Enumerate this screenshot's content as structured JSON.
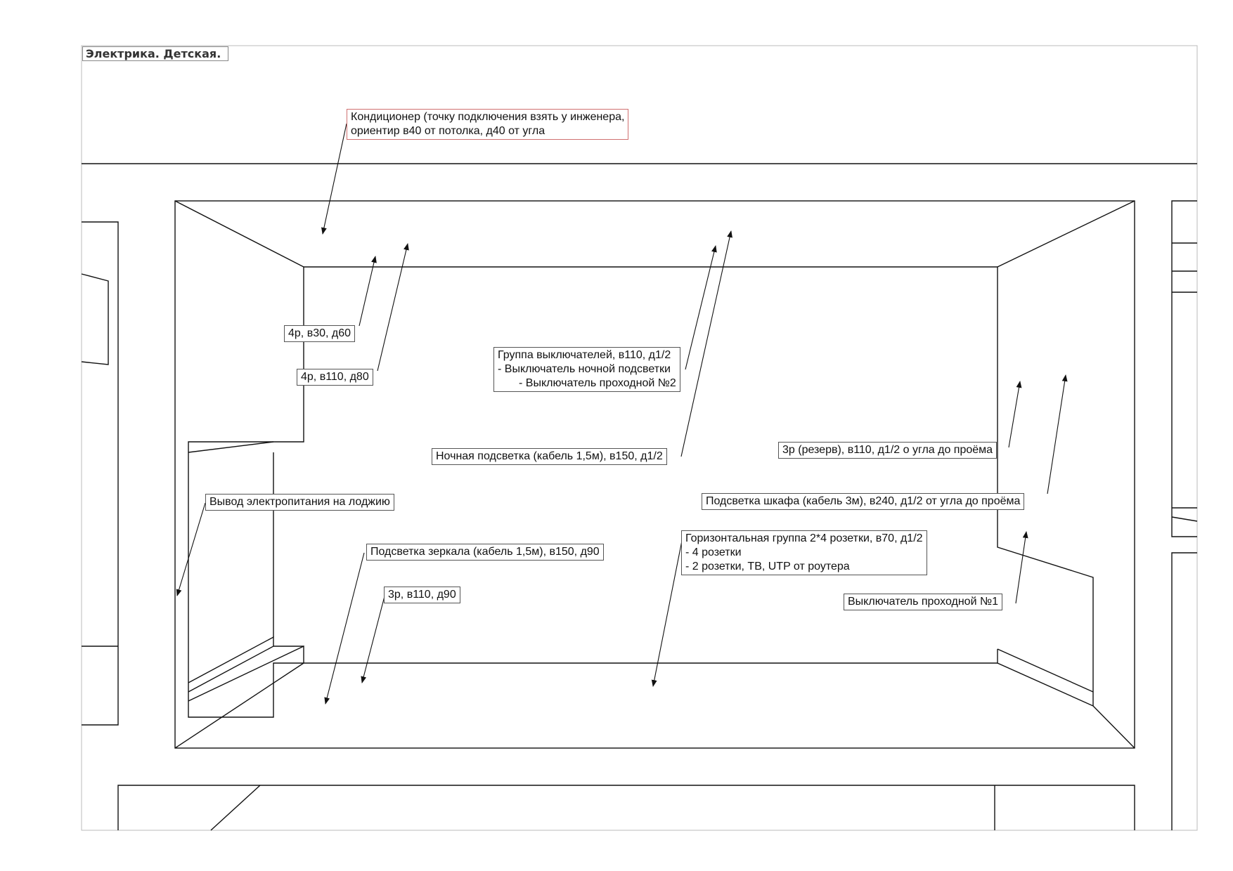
{
  "title": "Электрика. Детская.",
  "labels": {
    "conditioner": [
      "Кондиционер (точку подключения взять у инженера,",
      "ориентир в40 от потолка, д40 от угла"
    ],
    "socket_4p_v30": "4р, в30, д60",
    "socket_4p_v110": "4р, в110, д80",
    "switch_group": [
      "Группа выключателей, в110, д1/2",
      "- Выключатель ночной подсветки",
      "- Выключатель проходной №2"
    ],
    "night_light": "Ночная подсветка (кабель 1,5м), в150, д1/2",
    "reserve_3p": "3р (резерв), в110, д1/2 о угла до проёма",
    "loggia_power": "Вывод электропитания на лоджию",
    "wardrobe_light": "Подсветка шкафа (кабель 3м), в240, д1/2 от угла до проёма",
    "mirror_light": "Подсветка зеркала (кабель 1,5м), в150, д90",
    "horizontal_group": [
      "Горизонтальная группа 2*4 розетки, в70, д1/2",
      "- 4 розетки",
      "- 2 розетки, ТВ, UTP от роутера"
    ],
    "socket_3p": "3р, в110, д90",
    "pass_switch_1": "Выключатель проходной №1"
  },
  "colors": {
    "line": "#111111",
    "frame": "#bbbbbb",
    "callout_border": "#555555",
    "highlight_border": "#d07070"
  }
}
